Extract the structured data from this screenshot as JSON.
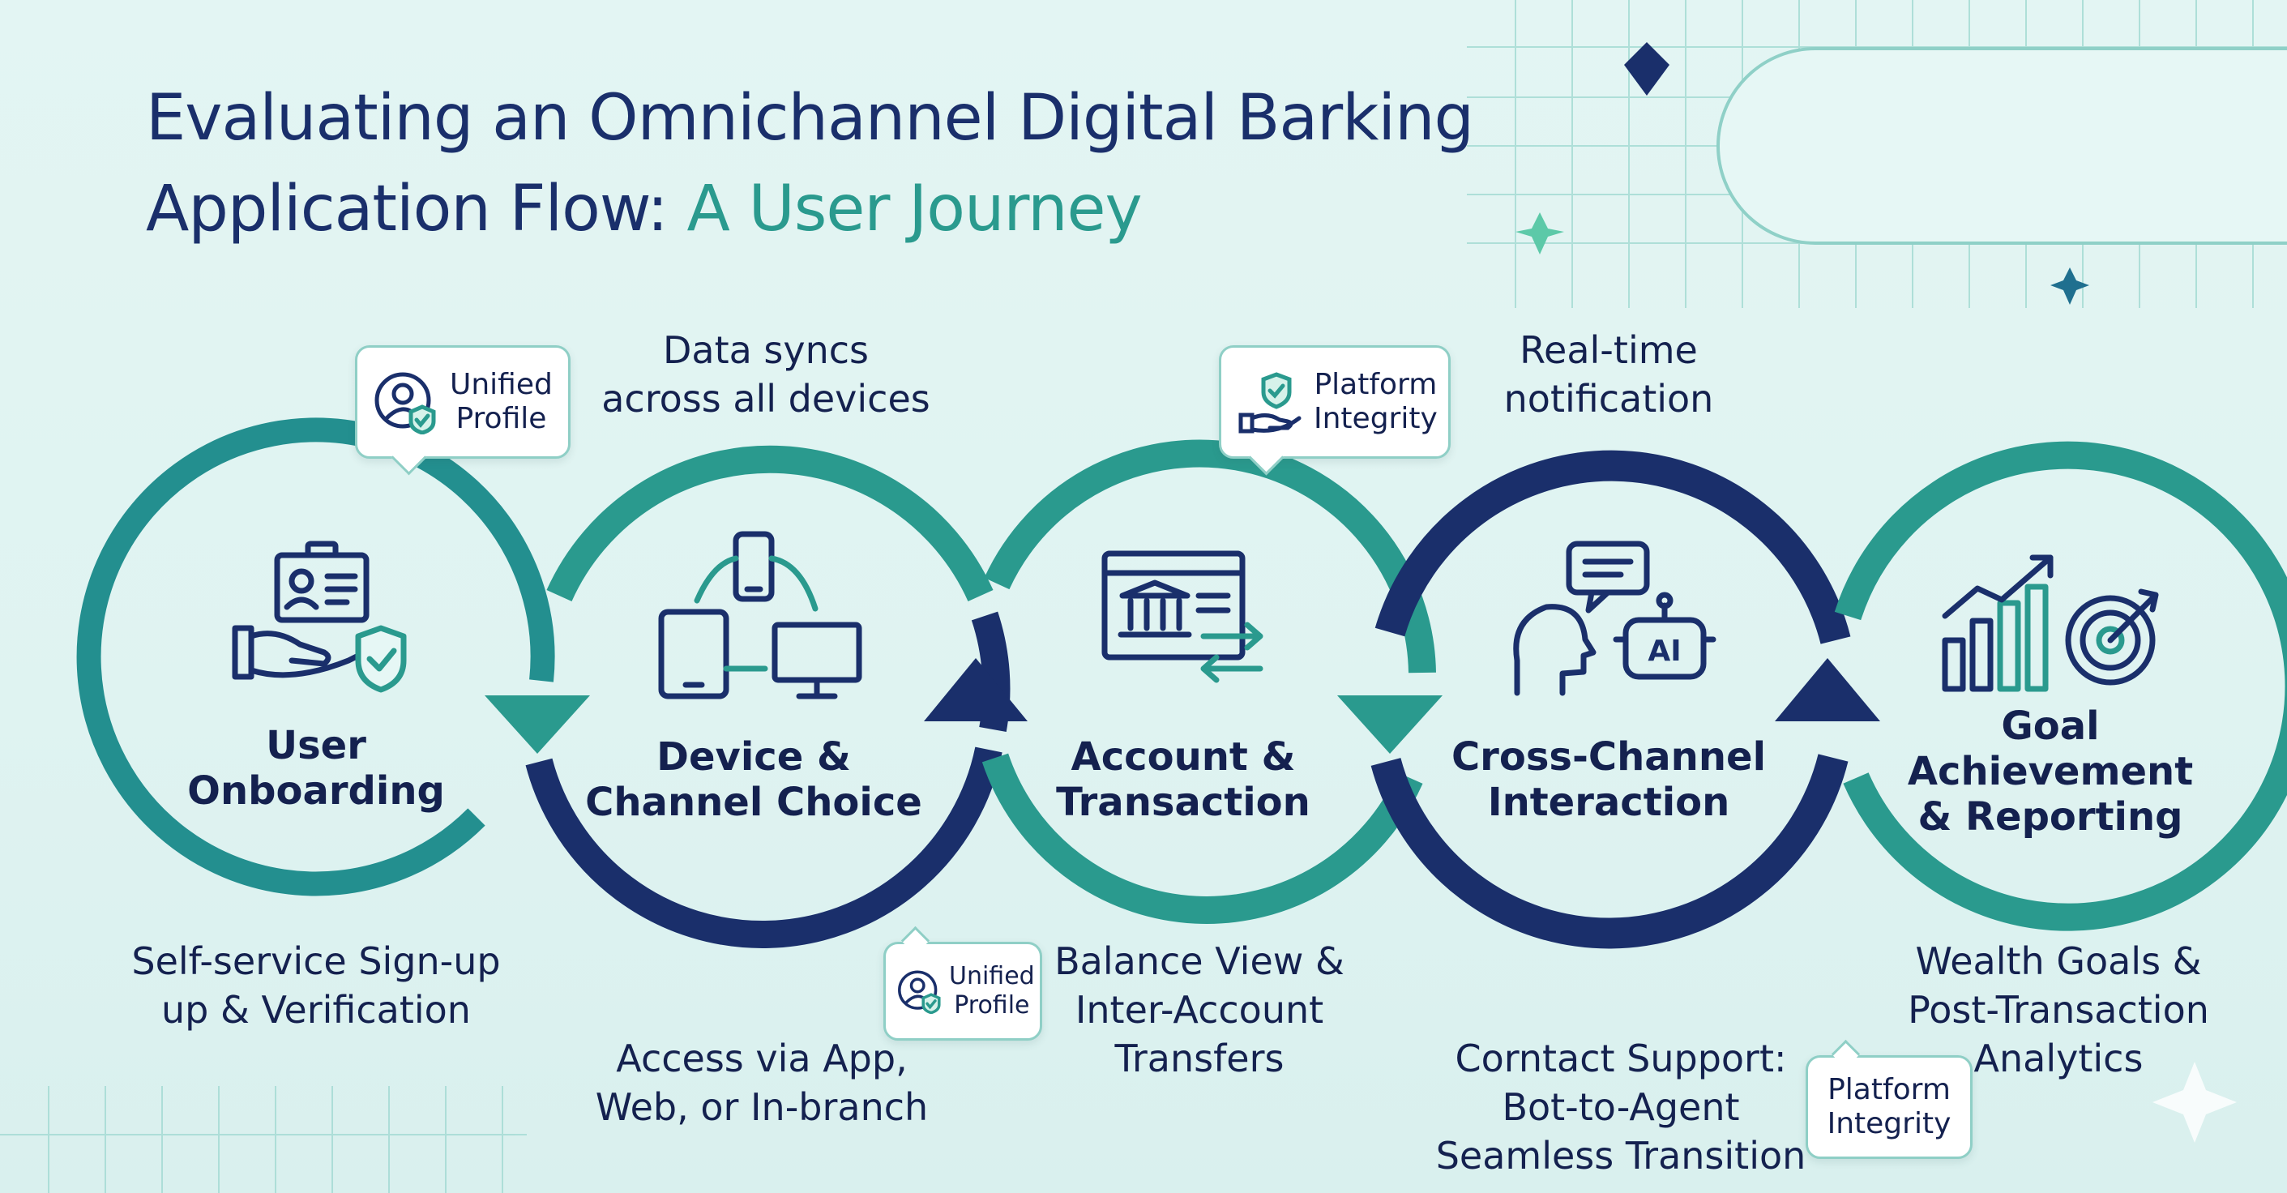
{
  "title": {
    "line1": "Evaluating an Omnichannel Digital Barking",
    "line2_main": "Application Flow: ",
    "line2_accent": "A User Journey"
  },
  "colors": {
    "teal": "#2a9a8e",
    "navy": "#1a2f6b",
    "dark_text": "#14214f",
    "bg": "#e3f5f3"
  },
  "steps": [
    {
      "title_l1": "User",
      "title_l2": "Onboarding",
      "title_l3": "",
      "icon": "id-card-hand-shield-icon",
      "caption_l1": "Self-service Sign-up",
      "caption_l2": "up & Verification",
      "caption_l3": ""
    },
    {
      "title_l1": "Device &",
      "title_l2": "Channel Choice",
      "title_l3": "",
      "icon": "multi-device-icon",
      "caption_l1": "Access via App,",
      "caption_l2": "Web, or In-branch",
      "caption_l3": ""
    },
    {
      "title_l1": "Account &",
      "title_l2": "Transaction",
      "title_l3": "",
      "icon": "bank-transfer-icon",
      "caption_l1": "Balance View &",
      "caption_l2": "Inter-Account",
      "caption_l3": "Transfers"
    },
    {
      "title_l1": "Cross-Channel",
      "title_l2": "Interaction",
      "title_l3": "",
      "icon": "human-ai-chat-icon",
      "caption_l1": "Corntact Support:",
      "caption_l2": "Bot-to-Agent",
      "caption_l3": "Seamless Transition"
    },
    {
      "title_l1": "Goal",
      "title_l2": "Achievement",
      "title_l3": "& Reporting",
      "icon": "growth-chart-target-icon",
      "caption_l1": "Wealth Goals &",
      "caption_l2": "Post-Transaction",
      "caption_l3": "Analytics"
    }
  ],
  "top_notes": [
    {
      "l1": "Data syncs",
      "l2": "across all devices"
    },
    {
      "l1": "Real-time",
      "l2": "notification"
    }
  ],
  "callouts": [
    {
      "l1": "Unified",
      "l2": "Profile",
      "icon": "user-shield-icon"
    },
    {
      "l1": "Platform",
      "l2": "Integrity",
      "icon": "shield-hand-icon"
    },
    {
      "l1": "Unified",
      "l2": "Profile",
      "icon": "user-shield-icon"
    },
    {
      "l1": "Platform",
      "l2": "Integrity",
      "icon": ""
    }
  ]
}
